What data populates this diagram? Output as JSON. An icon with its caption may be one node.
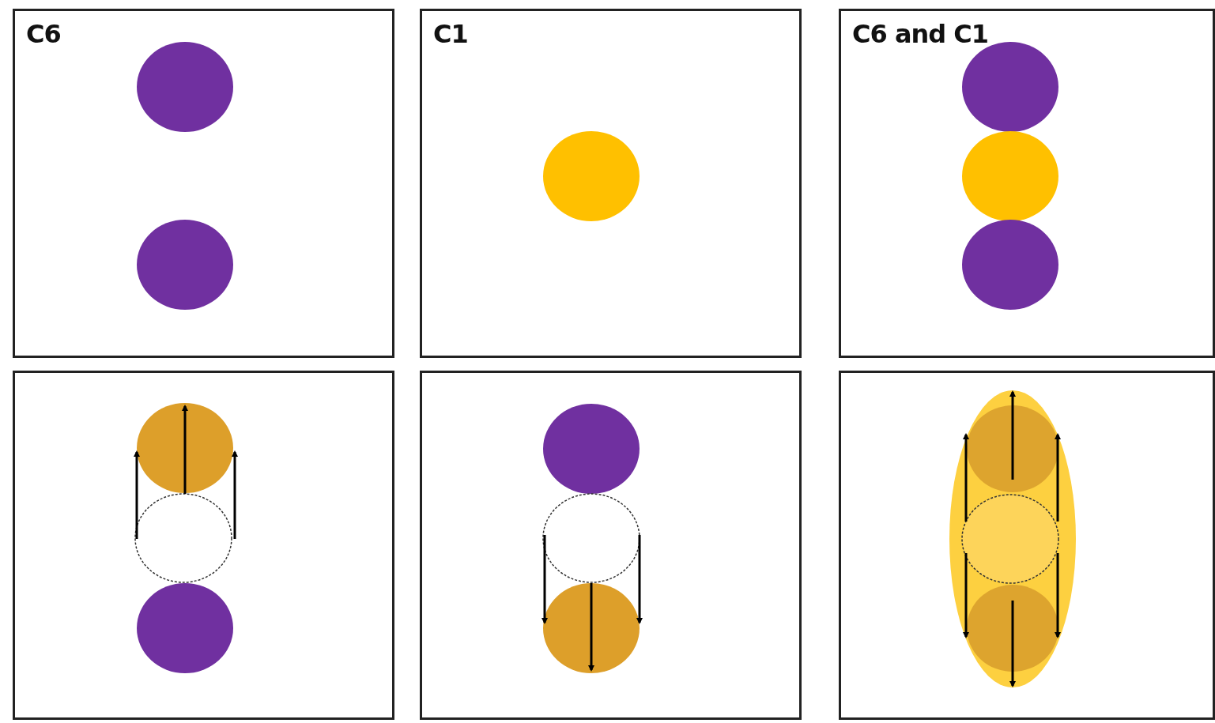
{
  "diagram": {
    "nodes": [
      {
        "text": [
          "C6"
        ]
      },
      {
        "text": [
          "C1"
        ]
      },
      {
        "text": [
          "C6 and C1"
        ]
      },
      {
        "text": [],
        "shape": "box"
      },
      {
        "text": [],
        "shape": "box"
      },
      {
        "text": [],
        "shape": "box"
      }
    ]
  }
}
